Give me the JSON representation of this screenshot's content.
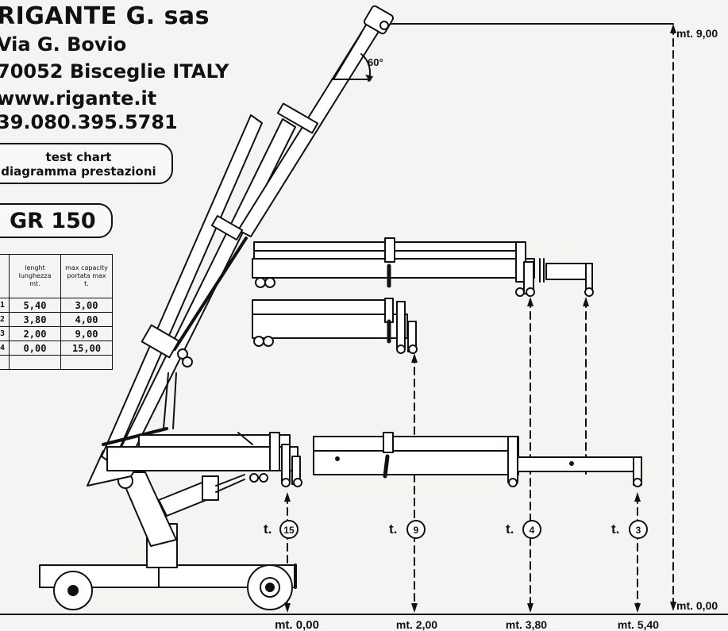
{
  "company": {
    "name": "RIGANTE G. sas",
    "address": "Via G. Bovio",
    "city": "70052 Bisceglie ITALY",
    "website": "www.rigante.it",
    "phone": "39.080.395.5781"
  },
  "chart_title": {
    "line1": "test chart",
    "line2": "diagramma prestazioni"
  },
  "model": "GR 150",
  "capacity_table": {
    "header_length": [
      "lenght",
      "lunghezza",
      "mt."
    ],
    "header_capacity": [
      "max capacity",
      "portata max",
      "t."
    ],
    "rows": [
      {
        "index": "1",
        "length": "5,40",
        "capacity": "3,00"
      },
      {
        "index": "2",
        "length": "3,80",
        "capacity": "4,00"
      },
      {
        "index": "3",
        "length": "2,00",
        "capacity": "9,00"
      },
      {
        "index": "4",
        "length": "0,00",
        "capacity": "15,00"
      }
    ]
  },
  "angle_label": "60°",
  "height_labels": {
    "top": "mt. 9,00",
    "bottom": "mt. 0,00"
  },
  "load_markers": [
    {
      "prefix": "t.",
      "value": "15"
    },
    {
      "prefix": "t.",
      "value": "9"
    },
    {
      "prefix": "t.",
      "value": "4"
    },
    {
      "prefix": "t.",
      "value": "3"
    }
  ],
  "reach_labels": [
    "mt. 0,00",
    "mt. 2,00",
    "mt. 3,80",
    "mt. 5,40"
  ]
}
